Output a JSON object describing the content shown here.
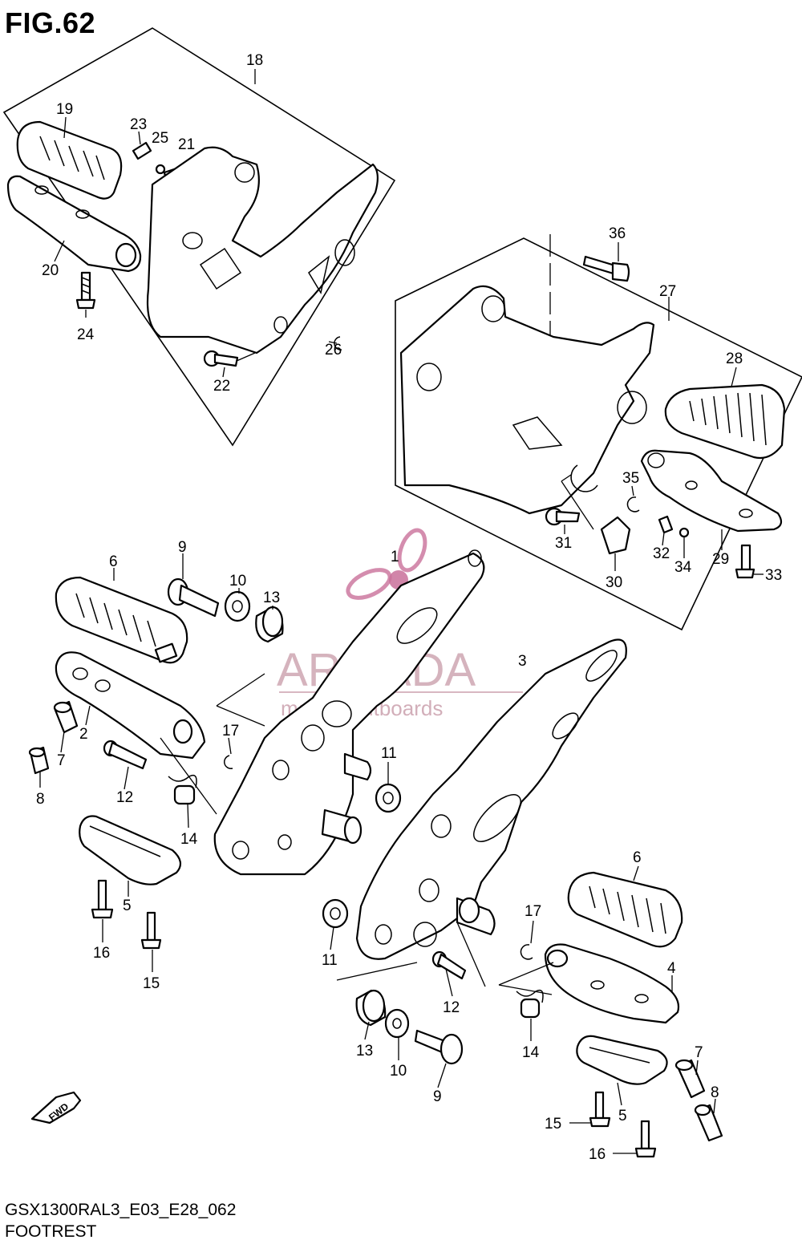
{
  "figure": {
    "title": "FIG.62",
    "code": "GSX1300RAL3_E03_E28_062",
    "name": "FOOTREST"
  },
  "watermark": {
    "brand": "ARMADA",
    "tagline": "marine outboards",
    "color": "#c89aa8"
  },
  "fwd_marker": "FWD",
  "callouts": {
    "c18": "18",
    "c19": "19",
    "c23": "23",
    "c25": "25",
    "c21": "21",
    "c20": "20",
    "c24": "24",
    "c22": "22",
    "c26": "26",
    "c36": "36",
    "c27": "27",
    "c28": "28",
    "c35": "35",
    "c31": "31",
    "c30": "30",
    "c32": "32",
    "c34": "34",
    "c29": "29",
    "c33": "33",
    "c6a": "6",
    "c9a": "9",
    "c10a": "10",
    "c13a": "13",
    "c1": "1",
    "c3": "3",
    "c2": "2",
    "c17a": "17",
    "c7a": "7",
    "c8a": "8",
    "c11a": "11",
    "c12a": "12",
    "c14a": "14",
    "c5a": "5",
    "c16a": "16",
    "c15a": "15",
    "c6b": "6",
    "c17b": "17",
    "c11b": "11",
    "c4": "4",
    "c12b": "12",
    "c14b": "14",
    "c13b": "13",
    "c10b": "10",
    "c9b": "9",
    "c7b": "7",
    "c8b": "8",
    "c15b": "15",
    "c5b": "5",
    "c16b": "16"
  }
}
